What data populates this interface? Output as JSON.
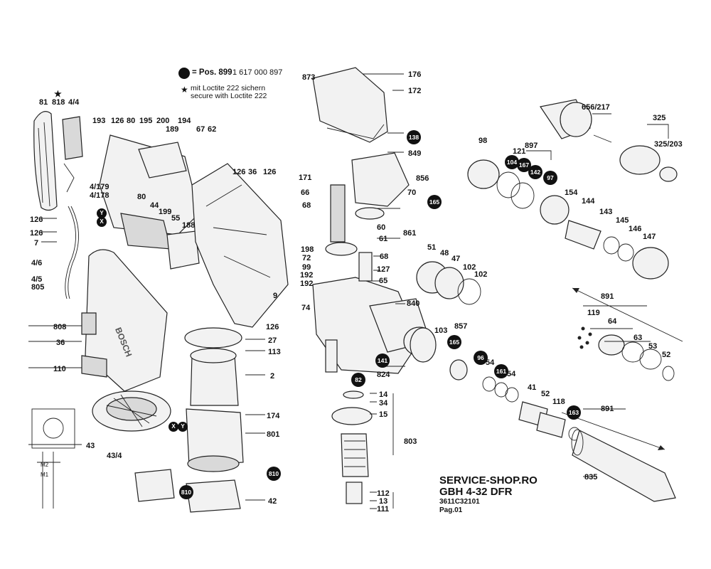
{
  "legend": {
    "pos_text": "= Pos. 899",
    "pos_number": "1 617 000 897",
    "loctite_de": "mit Loctite 222 sichern",
    "loctite_en": "secure with Loctite 222"
  },
  "title_block": {
    "shop": "SERVICE-SHOP.RO",
    "model": "GBH 4-32 DFR",
    "code": "3611C32101",
    "page": "Pag.01"
  },
  "brand_text": "BOSCH",
  "callouts": [
    {
      "text": "81"
    },
    {
      "text": "818"
    },
    {
      "text": "4/4"
    },
    {
      "text": "193"
    },
    {
      "text": "126"
    },
    {
      "text": "80"
    },
    {
      "text": "195"
    },
    {
      "text": "200"
    },
    {
      "text": "194"
    },
    {
      "text": "189"
    },
    {
      "text": "67"
    },
    {
      "text": "62"
    },
    {
      "text": "126"
    },
    {
      "text": "36"
    },
    {
      "text": "126"
    },
    {
      "text": "4/179"
    },
    {
      "text": "4/178"
    },
    {
      "text": "80"
    },
    {
      "text": "44"
    },
    {
      "text": "199"
    },
    {
      "text": "55"
    },
    {
      "text": "188"
    },
    {
      "text": "126"
    },
    {
      "text": "126"
    },
    {
      "text": "7"
    },
    {
      "text": "4/6"
    },
    {
      "text": "4/5"
    },
    {
      "text": "805"
    },
    {
      "text": "9"
    },
    {
      "text": "126"
    },
    {
      "text": "808"
    },
    {
      "text": "36"
    },
    {
      "text": "110"
    },
    {
      "text": "27"
    },
    {
      "text": "113"
    },
    {
      "text": "2"
    },
    {
      "text": "174"
    },
    {
      "text": "801"
    },
    {
      "text": "43"
    },
    {
      "text": "43/4"
    },
    {
      "text": "42"
    },
    {
      "text": "873"
    },
    {
      "text": "176"
    },
    {
      "text": "172"
    },
    {
      "text": "849"
    },
    {
      "text": "171"
    },
    {
      "text": "856"
    },
    {
      "text": "66"
    },
    {
      "text": "70"
    },
    {
      "text": "68"
    },
    {
      "text": "60"
    },
    {
      "text": "861"
    },
    {
      "text": "61"
    },
    {
      "text": "198"
    },
    {
      "text": "68"
    },
    {
      "text": "72"
    },
    {
      "text": "99"
    },
    {
      "text": "127"
    },
    {
      "text": "192"
    },
    {
      "text": "192"
    },
    {
      "text": "65"
    },
    {
      "text": "74"
    },
    {
      "text": "840"
    },
    {
      "text": "51"
    },
    {
      "text": "48"
    },
    {
      "text": "47"
    },
    {
      "text": "102"
    },
    {
      "text": "102"
    },
    {
      "text": "103"
    },
    {
      "text": "857"
    },
    {
      "text": "824"
    },
    {
      "text": "14"
    },
    {
      "text": "34"
    },
    {
      "text": "15"
    },
    {
      "text": "803"
    },
    {
      "text": "112"
    },
    {
      "text": "13"
    },
    {
      "text": "111"
    },
    {
      "text": "656/217"
    },
    {
      "text": "325"
    },
    {
      "text": "325/203"
    },
    {
      "text": "98"
    },
    {
      "text": "121"
    },
    {
      "text": "897"
    },
    {
      "text": "154"
    },
    {
      "text": "144"
    },
    {
      "text": "143"
    },
    {
      "text": "145"
    },
    {
      "text": "146"
    },
    {
      "text": "147"
    },
    {
      "text": "891"
    },
    {
      "text": "119"
    },
    {
      "text": "64"
    },
    {
      "text": "63"
    },
    {
      "text": "53"
    },
    {
      "text": "52"
    },
    {
      "text": "54"
    },
    {
      "text": "54"
    },
    {
      "text": "41"
    },
    {
      "text": "52"
    },
    {
      "text": "118"
    },
    {
      "text": "891"
    },
    {
      "text": "835"
    }
  ],
  "badges": [
    {
      "text": "138"
    },
    {
      "text": "165"
    },
    {
      "text": "104"
    },
    {
      "text": "167"
    },
    {
      "text": "142"
    },
    {
      "text": "97"
    },
    {
      "text": "165"
    },
    {
      "text": "141"
    },
    {
      "text": "82"
    },
    {
      "text": "96"
    },
    {
      "text": "161"
    },
    {
      "text": "163"
    },
    {
      "text": "810"
    },
    {
      "text": "810"
    }
  ],
  "markers": [
    {
      "text": "Y"
    },
    {
      "text": "X"
    },
    {
      "text": "X"
    },
    {
      "text": "Y"
    }
  ],
  "schematic_labels": {
    "m2": "M2",
    "m1": "M1"
  },
  "callout_marks": {
    "star": "★"
  }
}
